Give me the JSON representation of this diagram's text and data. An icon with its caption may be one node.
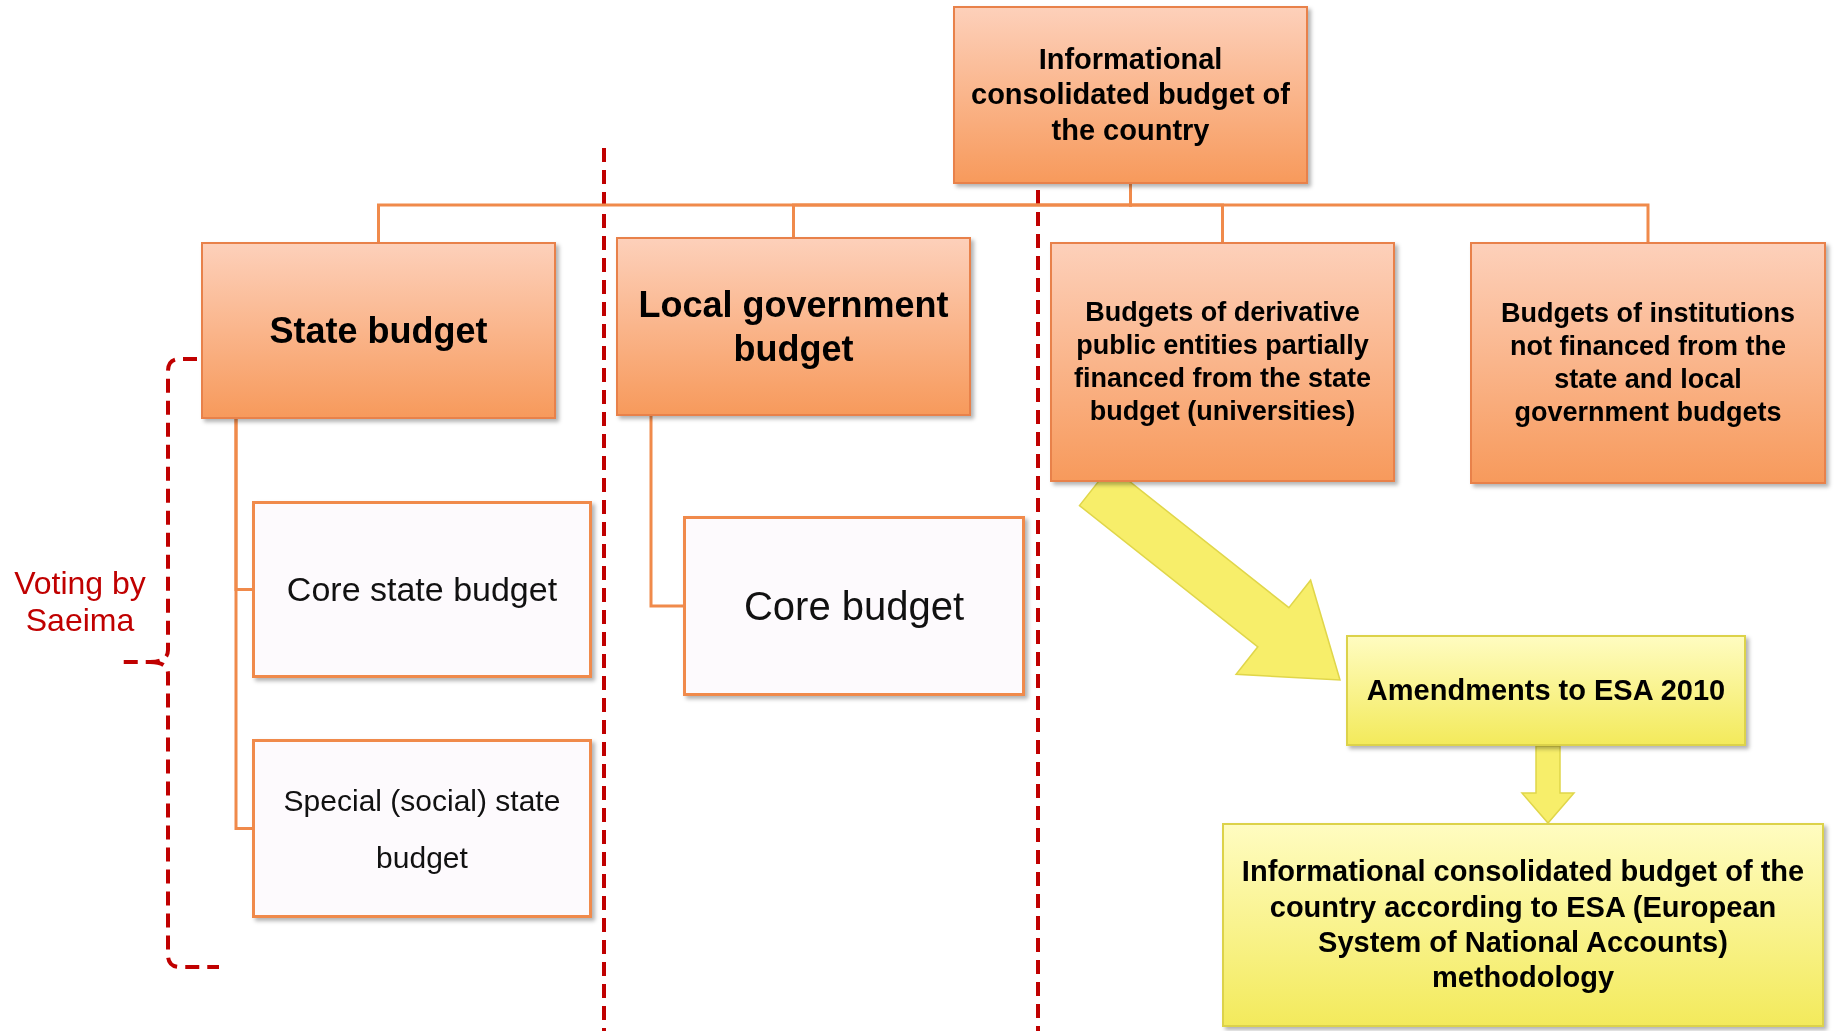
{
  "diagram": {
    "nodes": [
      {
        "text": [
          "Informational consolidated budget of the country"
        ]
      },
      {
        "text": [
          "State budget"
        ]
      },
      {
        "text": [
          "Local government budget"
        ]
      },
      {
        "text": [
          "Budgets of derivative public entities partially financed from the state budget (universities)"
        ]
      },
      {
        "text": [
          "Budgets of institutions not financed from the state and local government budgets"
        ]
      },
      {
        "text": [
          "Core state budget"
        ]
      },
      {
        "text": [
          "Special (social) state budget"
        ]
      },
      {
        "text": [
          "Core budget"
        ]
      },
      {
        "text": [
          "Amendments to ESA 2010"
        ]
      },
      {
        "text": [
          "Informational consolidated budget of the country according to ESA (European System of National Accounts) methodology"
        ]
      }
    ],
    "edges": [
      {
        "from": 0,
        "to": 1,
        "arrow": "none"
      },
      {
        "from": 0,
        "to": 2,
        "arrow": "none"
      },
      {
        "from": 0,
        "to": 3,
        "arrow": "none"
      },
      {
        "from": 0,
        "to": 4,
        "arrow": "none"
      },
      {
        "from": 1,
        "to": 5,
        "arrow": "none"
      },
      {
        "from": 1,
        "to": 6,
        "arrow": "none"
      },
      {
        "from": 2,
        "to": 7,
        "arrow": "none"
      },
      {
        "from": 3,
        "to": 8,
        "arrow": "to",
        "style": "thick",
        "color": "#f7ee6a"
      },
      {
        "from": 8,
        "to": 9,
        "arrow": "to",
        "style": "thick",
        "color": "#f7ee6a"
      }
    ],
    "labels": [
      "Voting by Saeima"
    ]
  }
}
